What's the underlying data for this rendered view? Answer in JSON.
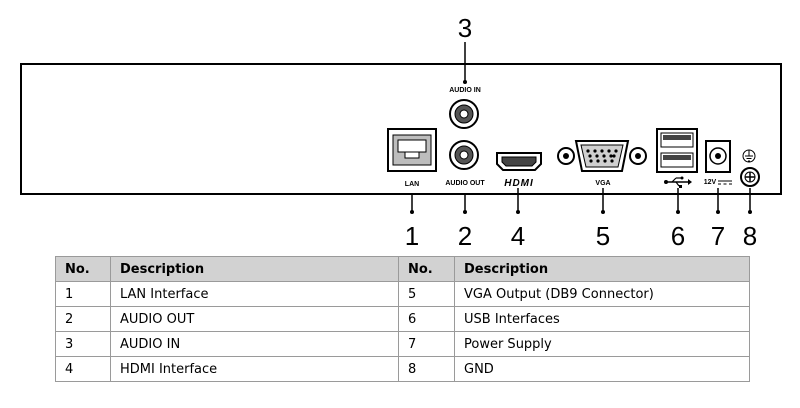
{
  "ports": [
    {
      "label": "LAN",
      "callout": "1"
    },
    {
      "label": "AUDIO OUT",
      "callout": "2"
    },
    {
      "label": "AUDIO IN",
      "callout": "3"
    },
    {
      "label": "HDMI",
      "callout": "4"
    },
    {
      "label": "VGA",
      "callout": "5"
    },
    {
      "label": "USB",
      "callout": "6"
    },
    {
      "label": "12V",
      "callout": "7"
    },
    {
      "label": "GND",
      "callout": "8"
    }
  ],
  "table": {
    "headers": [
      "No.",
      "Description",
      "No.",
      "Description"
    ],
    "rows": [
      [
        "1",
        "LAN Interface",
        "5",
        "VGA Output (DB9 Connector)"
      ],
      [
        "2",
        "AUDIO OUT",
        "6",
        "USB Interfaces"
      ],
      [
        "3",
        "AUDIO IN",
        "7",
        "Power Supply"
      ],
      [
        "4",
        "HDMI Interface",
        "8",
        "GND"
      ]
    ]
  }
}
